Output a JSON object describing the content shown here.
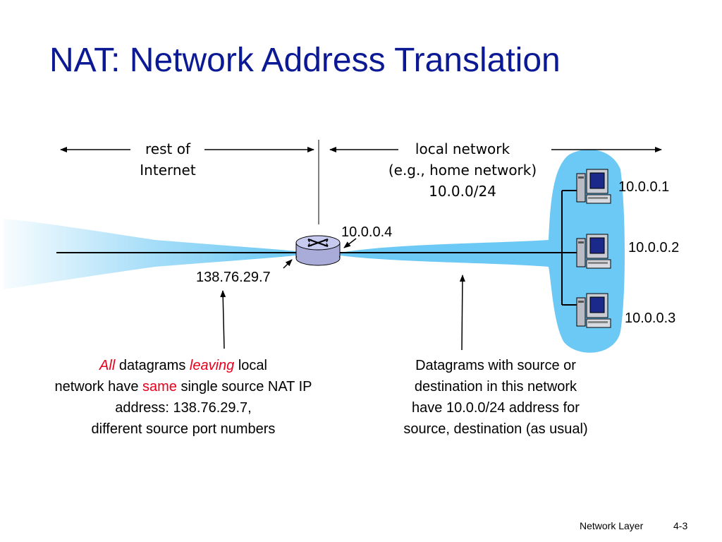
{
  "title": "NAT: Network Address Translation",
  "labels": {
    "rest_of_internet": [
      "rest of",
      "Internet"
    ],
    "local_network": [
      "local network",
      "(e.g., home network)",
      "10.0.0/24"
    ],
    "router_local_ip": "10.0.0.4",
    "router_public_ip": "138.76.29.7",
    "host_ips": [
      "10.0.0.1",
      "10.0.0.2",
      "10.0.0.3"
    ]
  },
  "left_note": {
    "line1": {
      "all": "All",
      "t1": " datagrams ",
      "leaving": "leaving",
      "t2": " local"
    },
    "line2": {
      "t1": "network have ",
      "same": "same",
      "t2": " single source NAT IP"
    },
    "line3": "address: 138.76.29.7,",
    "line4": "different source port numbers"
  },
  "right_note": [
    "Datagrams with source or",
    "destination in this network",
    "have 10.0.0/24 address for",
    "source, destination (as usual)"
  ],
  "footer": {
    "section": "Network Layer",
    "page": "4-3"
  },
  "colors": {
    "title": "#0b1994",
    "network_fill": "#6cc8f4",
    "highlight": "#e8001c"
  }
}
